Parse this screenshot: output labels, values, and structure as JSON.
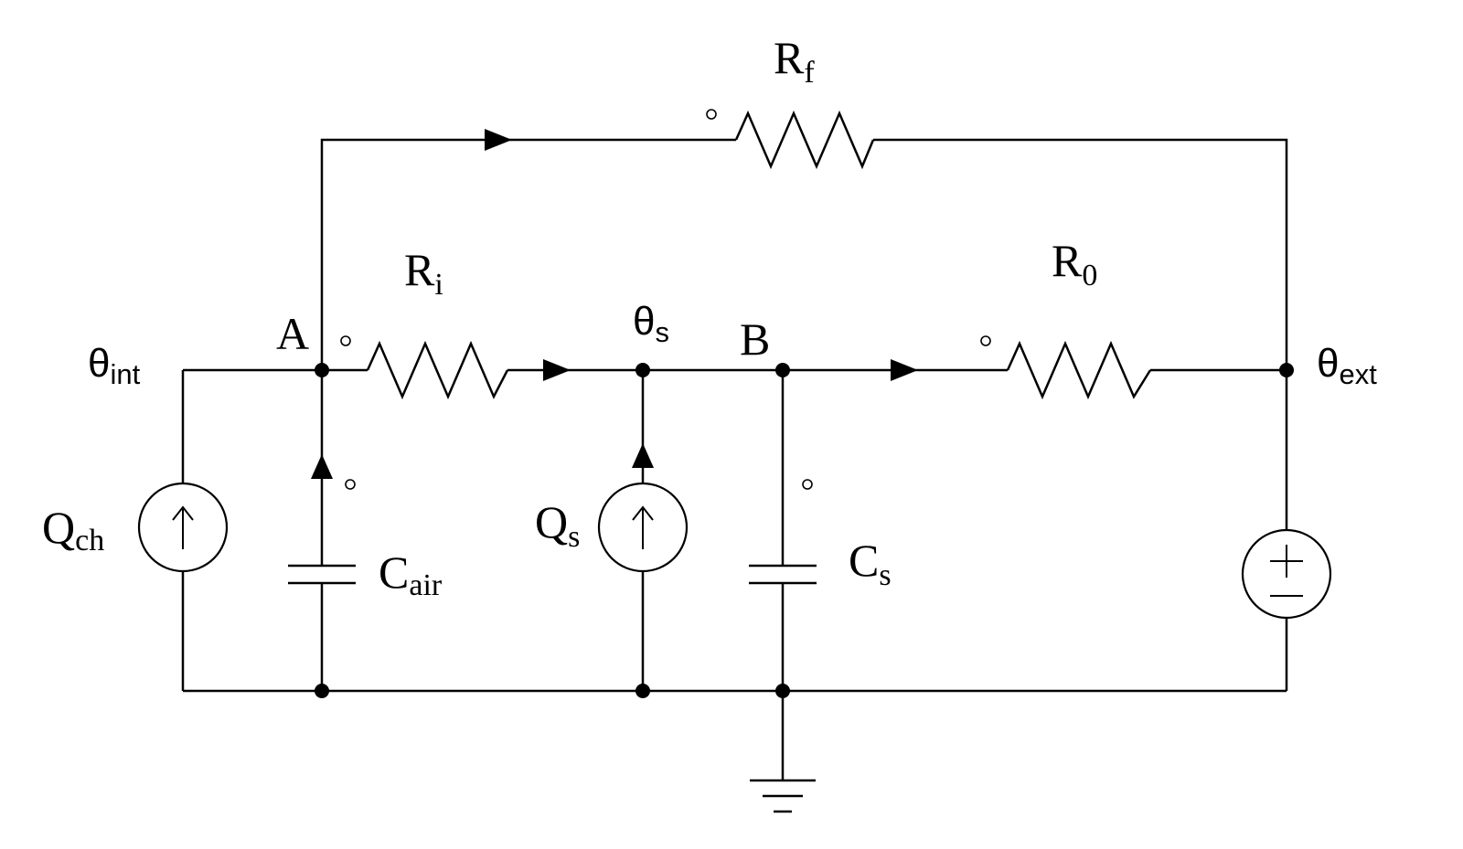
{
  "labels": {
    "rf_main": "R",
    "rf_sub": "f",
    "ri_main": "R",
    "ri_sub": "i",
    "r0_main": "R",
    "r0_sub": "0",
    "theta_int_main": "θ",
    "theta_int_sub": "int",
    "theta_s_main": "θ",
    "theta_s_sub": "s",
    "theta_ext_main": "θ",
    "theta_ext_sub": "ext",
    "node_a": "A",
    "node_b": "B",
    "qch_main": "Q",
    "qch_sub": "ch",
    "qs_main": "Q",
    "qs_sub": "s",
    "cair_main": "C",
    "cair_sub": "air",
    "cs_main": "C",
    "cs_sub": "s"
  },
  "icons": {
    "current_source": "arrow-up-in-circle",
    "voltage_source": "plus-minus-in-circle",
    "ground": "ground-symbol",
    "resistor": "zigzag",
    "capacitor": "parallel-plates"
  },
  "colors": {
    "line": "#000000",
    "background": "#ffffff"
  }
}
